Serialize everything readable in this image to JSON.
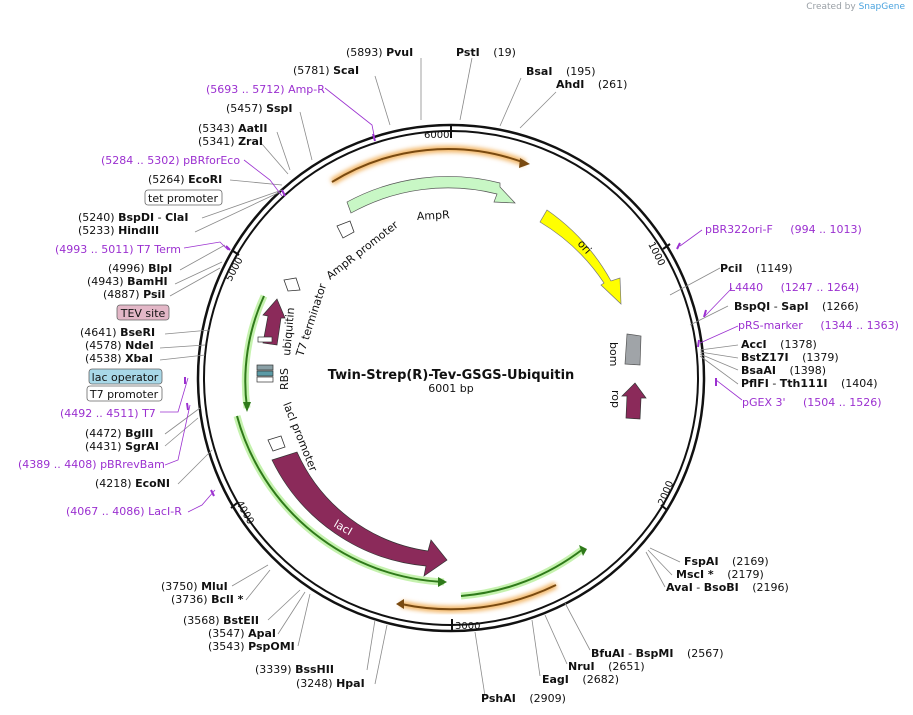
{
  "branding": {
    "prefix": "Created by",
    "name": "SnapGene"
  },
  "plasmid": {
    "name": "Twin-Strep(R)-Tev-GSGS-Ubiquitin",
    "size": "6001 bp"
  },
  "ticks": [
    {
      "label": "6000",
      "pos": 6000
    },
    {
      "label": "1000",
      "pos": 1000
    },
    {
      "label": "2000",
      "pos": 2000
    },
    {
      "label": "3000",
      "pos": 3000
    },
    {
      "label": "4000",
      "pos": 4000
    },
    {
      "label": "5000",
      "pos": 5000
    }
  ],
  "sites": [
    {
      "num": "(5893)",
      "name": "PvuI",
      "pos": 5893
    },
    {
      "num": "(19)",
      "name": "PstI",
      "pos": 19
    },
    {
      "num": "(195)",
      "name": "BsaI",
      "pos": 195
    },
    {
      "num": "(261)",
      "name": "AhdI",
      "pos": 261
    },
    {
      "num": "(5781)",
      "name": "ScaI",
      "pos": 5781
    },
    {
      "num": "(5457)",
      "name": "SspI",
      "pos": 5457
    },
    {
      "num": "(5343)",
      "name": "AatII",
      "pos": 5343
    },
    {
      "num": "(5341)",
      "name": "ZraI",
      "pos": 5341
    },
    {
      "num": "(5264)",
      "name": "EcoRI",
      "pos": 5264
    },
    {
      "num": "(5240)",
      "name": "BspDI",
      "name2": "ClaI",
      "pos": 5240
    },
    {
      "num": "(5233)",
      "name": "HindIII",
      "pos": 5233
    },
    {
      "num": "(4996)",
      "name": "BlpI",
      "pos": 4996
    },
    {
      "num": "(4943)",
      "name": "BamHI",
      "pos": 4943
    },
    {
      "num": "(4887)",
      "name": "PsiI",
      "pos": 4887
    },
    {
      "num": "(4641)",
      "name": "BseRI",
      "pos": 4641
    },
    {
      "num": "(4578)",
      "name": "NdeI",
      "pos": 4578
    },
    {
      "num": "(4538)",
      "name": "XbaI",
      "pos": 4538
    },
    {
      "num": "(4472)",
      "name": "BglII",
      "pos": 4472
    },
    {
      "num": "(4431)",
      "name": "SgrAI",
      "pos": 4431
    },
    {
      "num": "(4218)",
      "name": "EcoNI",
      "pos": 4218
    },
    {
      "num": "(1149)",
      "name": "PciI",
      "pos": 1149
    },
    {
      "num": "(1266)",
      "name": "BspQI",
      "name2": "SapI",
      "pos": 1266
    },
    {
      "num": "(1378)",
      "name": "AccI",
      "pos": 1378
    },
    {
      "num": "(1379)",
      "name": "BstZ17I",
      "pos": 1379
    },
    {
      "num": "(1398)",
      "name": "BsaAI",
      "pos": 1398
    },
    {
      "num": "(1404)",
      "name": "PflFI",
      "name2": "Tth111I",
      "pos": 1404
    },
    {
      "num": "(2169)",
      "name": "FspAI",
      "pos": 2169
    },
    {
      "num": "(2179)",
      "name": "MscI *",
      "pos": 2179
    },
    {
      "num": "(2196)",
      "name": "AvaI",
      "name2": "BsoBI",
      "pos": 2196
    },
    {
      "num": "(2567)",
      "name": "BfuAI",
      "name2": "BspMI",
      "pos": 2567
    },
    {
      "num": "(2651)",
      "name": "NruI",
      "pos": 2651
    },
    {
      "num": "(2682)",
      "name": "EagI",
      "pos": 2682
    },
    {
      "num": "(2909)",
      "name": "PshAI",
      "pos": 2909
    },
    {
      "num": "(3750)",
      "name": "MluI",
      "pos": 3750
    },
    {
      "num": "(3736)",
      "name": "BclI *",
      "pos": 3736
    },
    {
      "num": "(3568)",
      "name": "BstEII",
      "pos": 3568
    },
    {
      "num": "(3547)",
      "name": "ApaI",
      "pos": 3547
    },
    {
      "num": "(3543)",
      "name": "PspOMI",
      "pos": 3543
    },
    {
      "num": "(3339)",
      "name": "BssHII",
      "pos": 3339
    },
    {
      "num": "(3248)",
      "name": "HpaI",
      "pos": 3248
    }
  ],
  "primers": [
    {
      "range": "(5693 .. 5712)",
      "name": "Amp-R"
    },
    {
      "range": "(5284 .. 5302)",
      "name": "pBRforEco"
    },
    {
      "range": "(4993 .. 5011)",
      "name": "T7 Term"
    },
    {
      "range": "(4492 .. 4511)",
      "name": "T7"
    },
    {
      "range": "(4389 .. 4408)",
      "name": "pBRrevBam"
    },
    {
      "range": "(4067 .. 4086)",
      "name": "LacI-R"
    },
    {
      "range": "(994 .. 1013)",
      "name": "pBR322ori-F"
    },
    {
      "range": "(1247 .. 1264)",
      "name": "L4440"
    },
    {
      "range": "(1344 .. 1363)",
      "name": "pRS-marker"
    },
    {
      "range": "(1504 .. 1526)",
      "name": "pGEX 3'"
    }
  ],
  "boxed_features": [
    {
      "name": "tet promoter"
    },
    {
      "name": "TEV site"
    },
    {
      "name": "lac operator"
    },
    {
      "name": "T7 promoter"
    }
  ],
  "features": [
    {
      "name": "AmpR"
    },
    {
      "name": "AmpR promoter"
    },
    {
      "name": "T7 terminator"
    },
    {
      "name": "ubiquitin"
    },
    {
      "name": "RBS"
    },
    {
      "name": "lacI promoter"
    },
    {
      "name": "lacI"
    },
    {
      "name": "ori"
    },
    {
      "name": "bom"
    },
    {
      "name": "rop"
    }
  ],
  "colors": {
    "ampr": "#c8f7c5",
    "ori": "#ffff00",
    "laci": "#8b2a5a",
    "ubiquitin": "#8b2a5a",
    "rop": "#8b2a5a",
    "bom": "#a0a4a8",
    "primer": "#9b30d0",
    "tev": "#e3b7c7",
    "lacop": "#a8d8e8"
  }
}
